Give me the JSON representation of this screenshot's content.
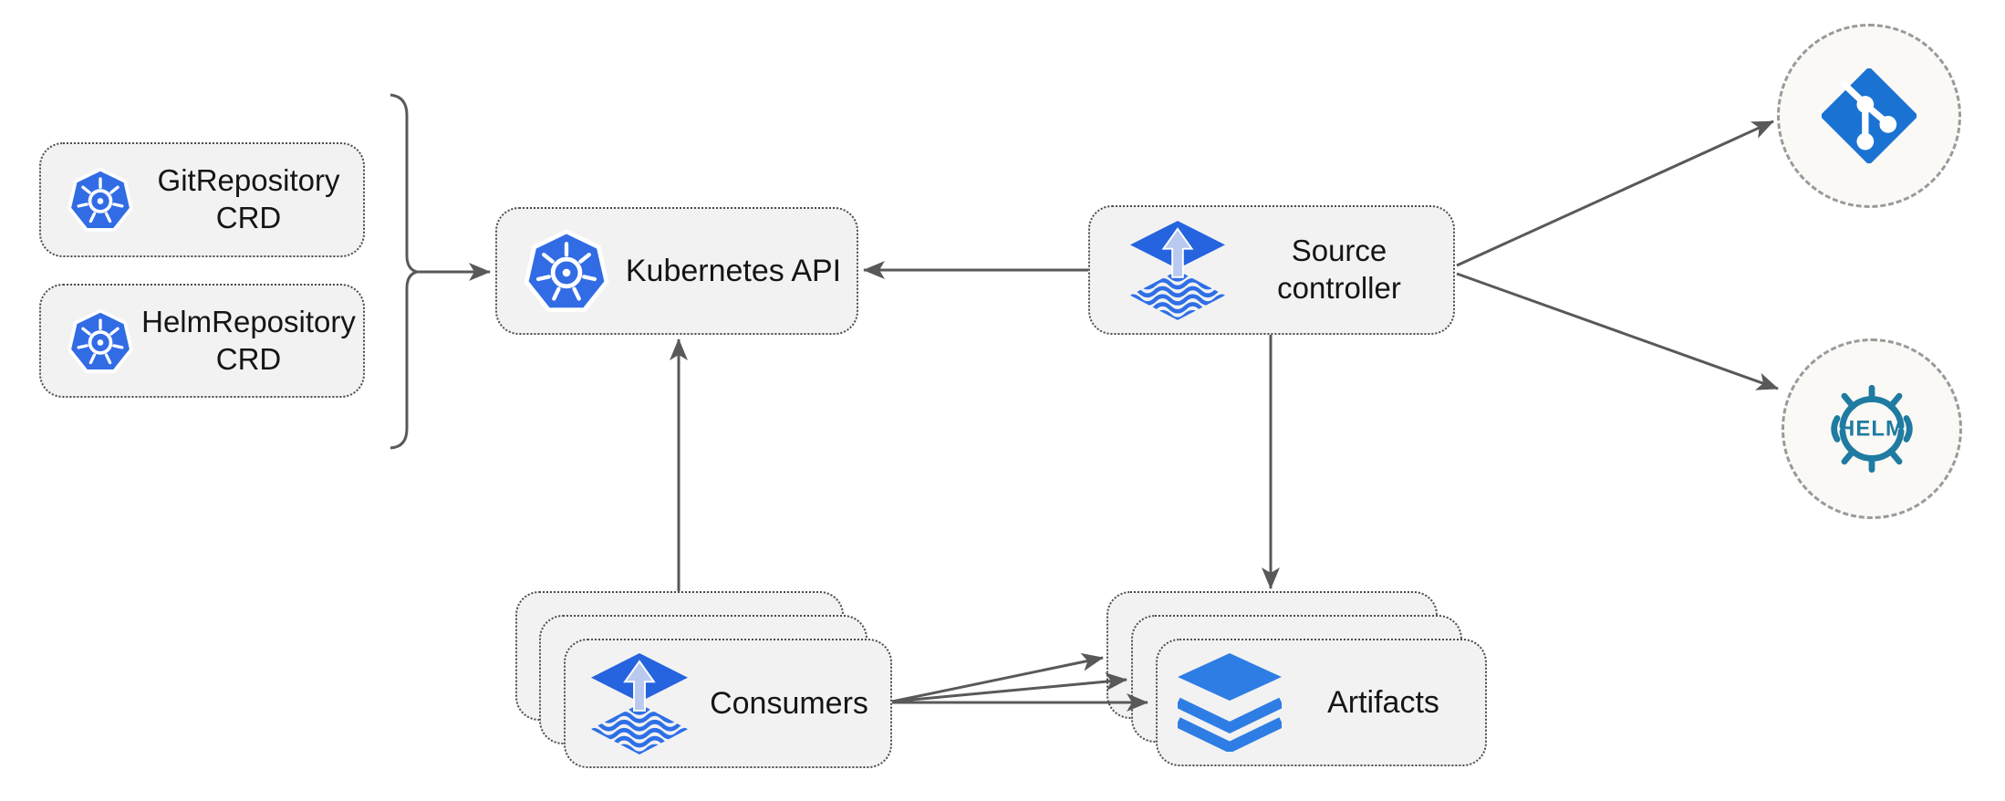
{
  "nodes": {
    "git_repository_crd": {
      "line1": "GitRepository",
      "line2": "CRD",
      "icon": "kubernetes"
    },
    "helm_repository_crd": {
      "line1": "HelmRepository",
      "line2": "CRD",
      "icon": "kubernetes"
    },
    "kubernetes_api": {
      "label": "Kubernetes API",
      "icon": "kubernetes"
    },
    "source_controller": {
      "line1": "Source",
      "line2": "controller",
      "icon": "flux-source-controller"
    },
    "consumers": {
      "label": "Consumers",
      "icon": "flux-source-controller",
      "stack_count": 3
    },
    "artifacts": {
      "label": "Artifacts",
      "icon": "layers",
      "stack_count": 3
    },
    "git_source": {
      "icon": "git",
      "shape": "dashed-circle"
    },
    "helm_source": {
      "icon": "helm",
      "logo_text": "HELM",
      "shape": "dashed-circle"
    }
  },
  "edges": [
    {
      "from": "crd_group_brace",
      "to": "kubernetes_api"
    },
    {
      "from": "source_controller",
      "to": "kubernetes_api"
    },
    {
      "from": "consumers",
      "to": "kubernetes_api"
    },
    {
      "from": "source_controller",
      "to": "artifacts"
    },
    {
      "from": "source_controller",
      "to": "git_source"
    },
    {
      "from": "source_controller",
      "to": "helm_source"
    },
    {
      "from": "consumers",
      "to": "artifacts_back"
    },
    {
      "from": "consumers",
      "to": "artifacts_middle"
    },
    {
      "from": "consumers",
      "to": "artifacts_front"
    }
  ],
  "colors": {
    "kubernetes_blue": "#326ce5",
    "flux_diamond_blue": "#2563df",
    "flux_arrow_light_blue": "#b9c9ef",
    "git_blue": "#1a73d3",
    "helm_teal": "#1f7ba1",
    "layers_blue": "#2e7de5",
    "connector_gray": "#595959",
    "node_fill": "#f2f2f2",
    "node_border": "#4c4c4c",
    "endpoint_fill": "#faf9f5",
    "endpoint_border": "#9a9a9a"
  }
}
